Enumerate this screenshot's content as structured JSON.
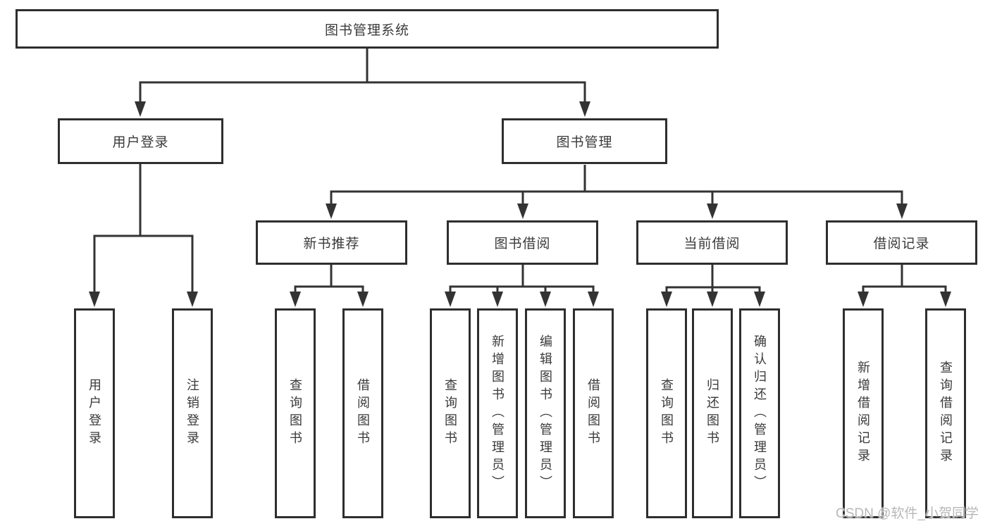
{
  "tree": {
    "root": {
      "label": "图书管理系统"
    },
    "level2": [
      {
        "label": "用户登录",
        "children": [
          "用户登录",
          "注销登录"
        ]
      },
      {
        "label": "图书管理",
        "children": [
          {
            "label": "新书推荐",
            "children": [
              "查询图书",
              "借阅图书"
            ]
          },
          {
            "label": "图书借阅",
            "children": [
              "查询图书",
              "新增图书（管理员）",
              "编辑图书（管理员）",
              "借阅图书"
            ]
          },
          {
            "label": "当前借阅",
            "children": [
              "查询图书",
              "归还图书",
              "确认归还（管理员）"
            ]
          },
          {
            "label": "借阅记录",
            "children": [
              "新增借阅记录",
              "查询借阅记录"
            ]
          }
        ]
      }
    ]
  },
  "watermark": {
    "text": "CSDN @软件_小贺同学"
  },
  "colors": {
    "line": "#333333",
    "border": "#2e2e2e",
    "text": "#3a3a3a",
    "watermark": "#b8b8b8",
    "background": "#ffffff"
  }
}
